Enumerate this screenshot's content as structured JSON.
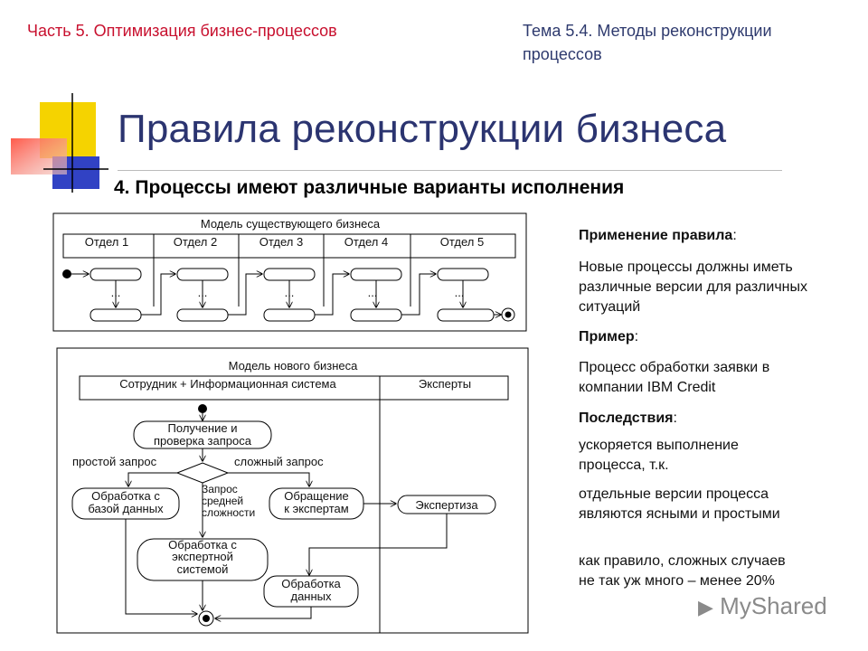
{
  "header": {
    "left": "Часть 5. Оптимизация бизнес-процессов",
    "right_line1": "Тема 5.4. Методы реконструкции",
    "right_line2": "процессов"
  },
  "title": "Правила реконструкции бизнеса",
  "subtitle": "4. Процессы имеют различные варианты исполнения",
  "diagram_existing": {
    "title": "Модель существующего бизнеса",
    "lanes": [
      "Отдел 1",
      "Отдел 2",
      "Отдел 3",
      "Отдел 4",
      "Отдел 5"
    ],
    "ellipsis": "..."
  },
  "diagram_new": {
    "title": "Модель нового бизнеса",
    "lane_left": "Сотрудник + Информационная система",
    "lane_right": "Эксперты",
    "node_receive": [
      "Получение и",
      "проверка запроса"
    ],
    "branch_simple": "простой запрос",
    "branch_complex": "сложный запрос",
    "branch_medium": [
      "Запрос",
      "средней",
      "сложности"
    ],
    "node_db": [
      "Обработка с",
      "базой данных"
    ],
    "node_experts": [
      "Обращение",
      "к экспертам"
    ],
    "node_expertise": "Экспертиза",
    "node_expert_system": [
      "Обработка с",
      "экспертной",
      "системой"
    ],
    "node_data": [
      "Обработка",
      "данных"
    ]
  },
  "right_panel": {
    "application_label": "Применение правила",
    "application_colon": ":",
    "application_text": "Новые процессы должны иметь различные версии для различных ситуаций",
    "example_label": "Пример",
    "example_colon": ":",
    "example_text": "Процесс обработки заявки в компании IBM Credit",
    "consequences_label": "Последствия",
    "consequences_colon": ":",
    "consequence_1": "ускоряется выполнение процесса, т.к.",
    "consequence_2": "отдельные версии процесса являются ясными и простыми",
    "consequence_3": "как правило, сложных случаев не так уж много – менее 20%"
  },
  "watermark": "MyShared",
  "colors": {
    "header_left": "#c8102e",
    "title": "#2b3470",
    "deco_yellow": "#f5d300",
    "deco_red": "#e8413a",
    "deco_blue": "#3142c4"
  }
}
